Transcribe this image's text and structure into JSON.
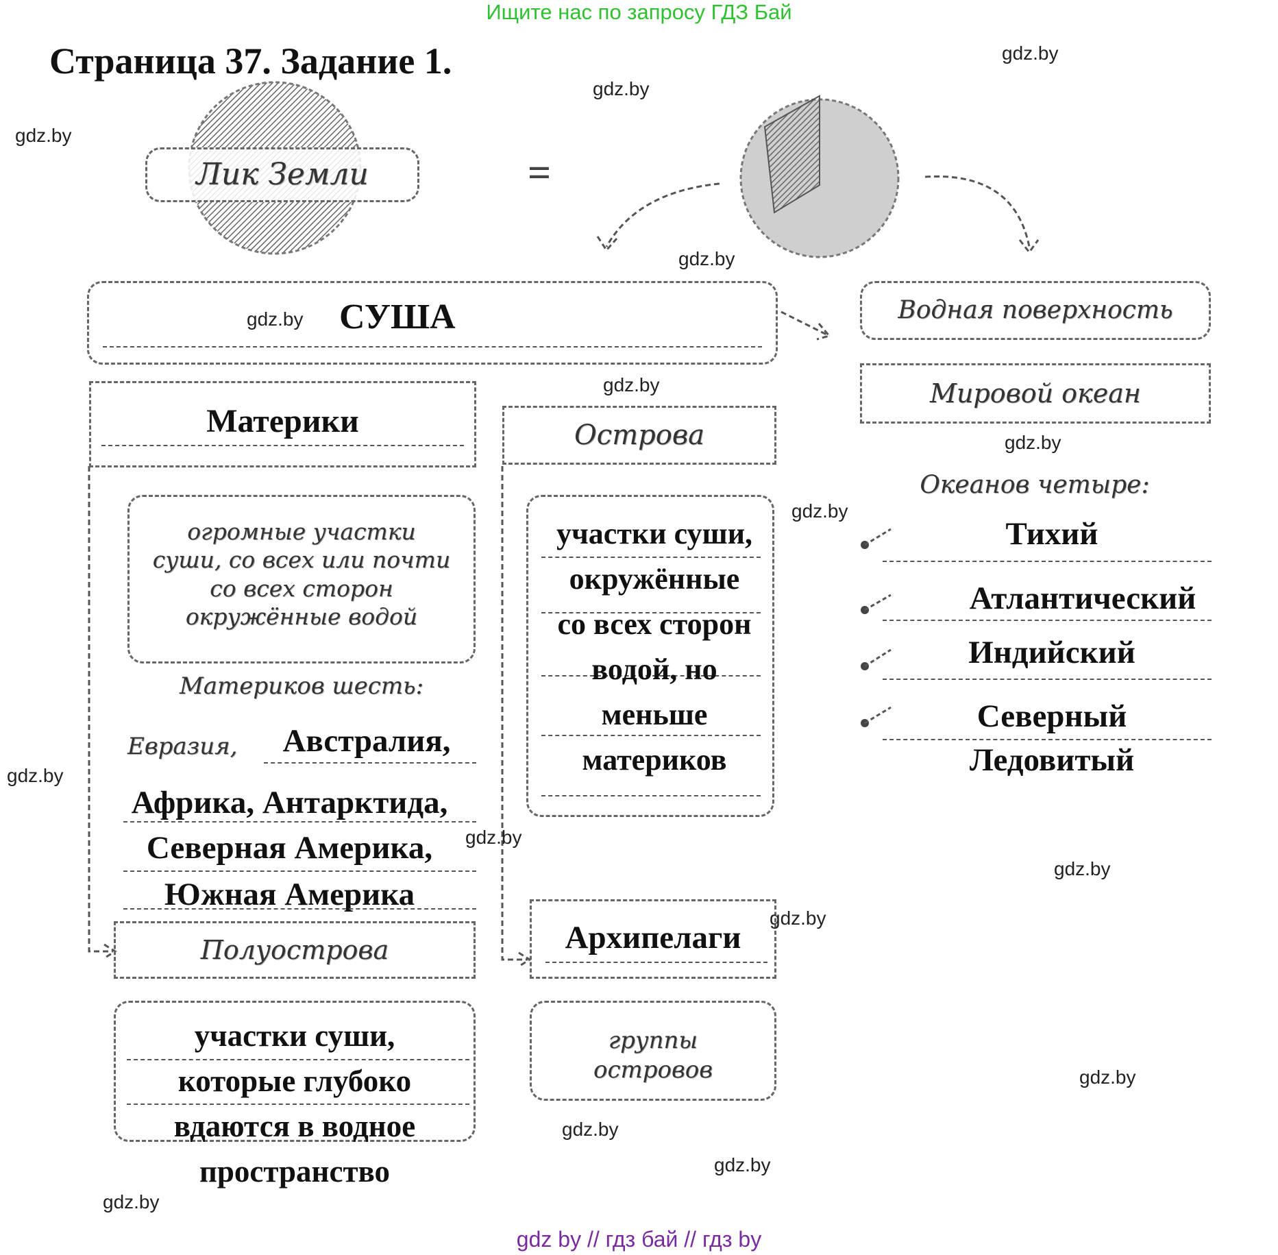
{
  "banner": "Ищите нас по запросу ГДЗ Бай",
  "title": "Страница 37. Задание 1.",
  "watermark": "gdz.by",
  "footer": "gdz by  //  гдз бай  //  гдз by",
  "earth_face": "Лик Земли",
  "equals_sign": "=",
  "land": {
    "label": "СУША",
    "continents": {
      "label": "Материки",
      "definition": "огромные участки суши, со всех или почти со всех сторон окружённые водой",
      "count_text": "Материков шесть:",
      "first_item": "Евразия,",
      "items_line1": "Австралия,",
      "items_line2": "Африка, Антарктида,",
      "items_line3": "Северная Америка,",
      "items_line4": "Южная Америка"
    },
    "peninsulas": {
      "label": "Полуострова",
      "def_line1": "участки суши,",
      "def_line2": "которые глубоко",
      "def_line3": "вдаются в водное",
      "def_line4": "пространство"
    },
    "islands": {
      "label": "Острова",
      "def_line1": "участки суши,",
      "def_line2": "окружённые",
      "def_line3": "со всех сторон",
      "def_line4": "водой, но",
      "def_line5": "меньше",
      "def_line6": "материков"
    },
    "archipelagos": {
      "label": "Архипелаги",
      "definition": "группы островов"
    }
  },
  "water": {
    "label": "Водная поверхность",
    "world_ocean": "Мировой океан",
    "count_text": "Океанов четыре:",
    "ocean1": "Тихий",
    "ocean2": "Атлантический",
    "ocean3": "Индийский",
    "ocean4a": "Северный",
    "ocean4b": "Ледовитый"
  }
}
